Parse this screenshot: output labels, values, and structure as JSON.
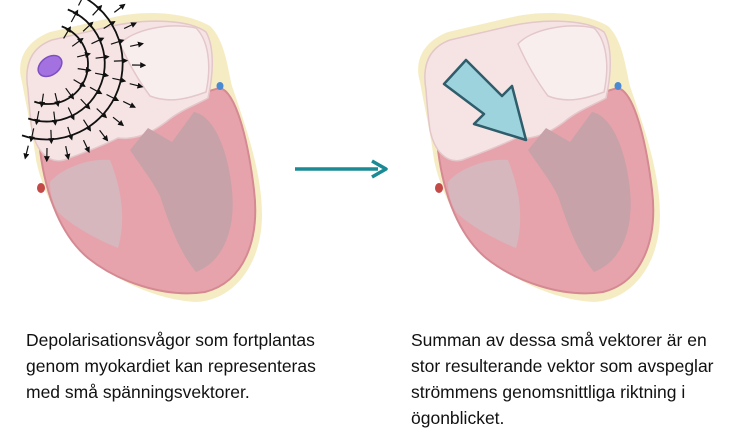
{
  "captions": {
    "left": [
      "Depolarisationsvågor som fortplantas",
      "genom myokardiet kan representeras",
      "med små spänningsvektorer."
    ],
    "right": [
      "Summan av dessa små vektorer är en",
      "stor resulterande vektor som avspeglar",
      "strömmens genomsnittliga riktning i",
      "ögonblicket."
    ]
  },
  "colors": {
    "myocardium": "#e7a3ab",
    "myocardium_edge": "#d58a93",
    "cavity": "#d6b7bd",
    "atrium": "#f6e4e5",
    "atrium_light": "#f9eeee",
    "fat": "#f6ecc4",
    "transition_arrow": "#1a8a94",
    "result_vector_fill": "#9dd3dc",
    "result_vector_stroke": "#2f5d6b",
    "sa_node": "#a472e0",
    "av_node_blue": "#4a8ad2",
    "node_red": "#c44a48",
    "wavefront": "#111111"
  },
  "icons": {
    "transition": "right-arrow-icon",
    "result_vector": "resultant-vector-arrow"
  }
}
